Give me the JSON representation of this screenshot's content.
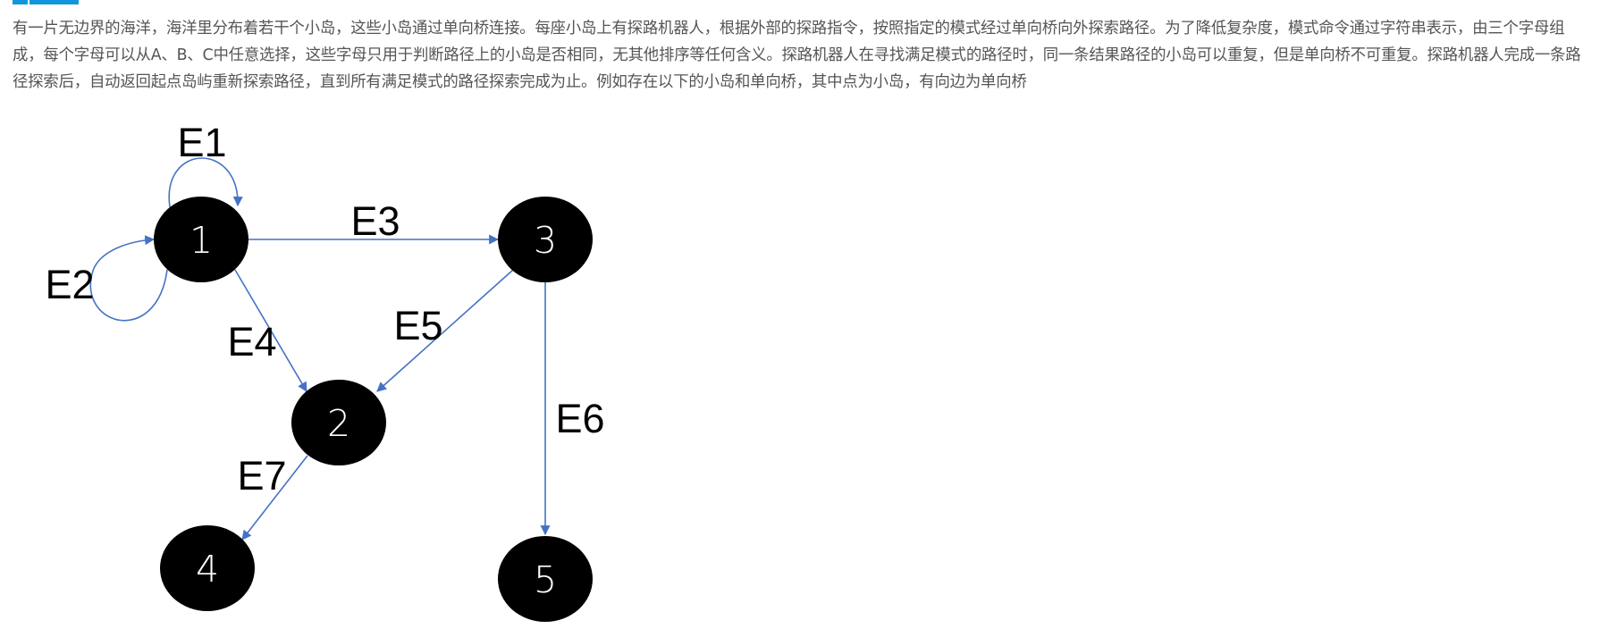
{
  "description": "有一片无边界的海洋，海洋里分布着若干个小岛，这些小岛通过单向桥连接。每座小岛上有探路机器人，根据外部的探路指令，按照指定的模式经过单向桥向外探索路径。为了降低复杂度，模式命令通过字符串表示，由三个字母组成，每个字母可以从A、B、C中任意选择，这些字母只用于判断路径上的小岛是否相同，无其他排序等任何含义。探路机器人在寻找满足模式的路径时，同一条结果路径的小岛可以重复，但是单向桥不可重复。探路机器人完成一条路径探索后，自动返回起点岛屿重新探索路径，直到所有满足模式的路径探索完成为止。例如存在以下的小岛和单向桥，其中点为小岛，有向边为单向桥",
  "diagram": {
    "nodes": [
      {
        "id": "1",
        "label": "1"
      },
      {
        "id": "2",
        "label": "2"
      },
      {
        "id": "3",
        "label": "3"
      },
      {
        "id": "4",
        "label": "4"
      },
      {
        "id": "5",
        "label": "5"
      }
    ],
    "edges": [
      {
        "label": "E1",
        "from": "1",
        "to": "1"
      },
      {
        "label": "E2",
        "from": "1",
        "to": "1"
      },
      {
        "label": "E3",
        "from": "1",
        "to": "3"
      },
      {
        "label": "E4",
        "from": "1",
        "to": "2"
      },
      {
        "label": "E5",
        "from": "3",
        "to": "2"
      },
      {
        "label": "E6",
        "from": "3",
        "to": "5"
      },
      {
        "label": "E7",
        "from": "2",
        "to": "4"
      }
    ],
    "colors": {
      "node_fill": "#000000",
      "node_text": "#ffffff",
      "edge": "#4472c4",
      "edge_label": "#000000",
      "text": "#555555",
      "accent": "#1296db"
    }
  }
}
